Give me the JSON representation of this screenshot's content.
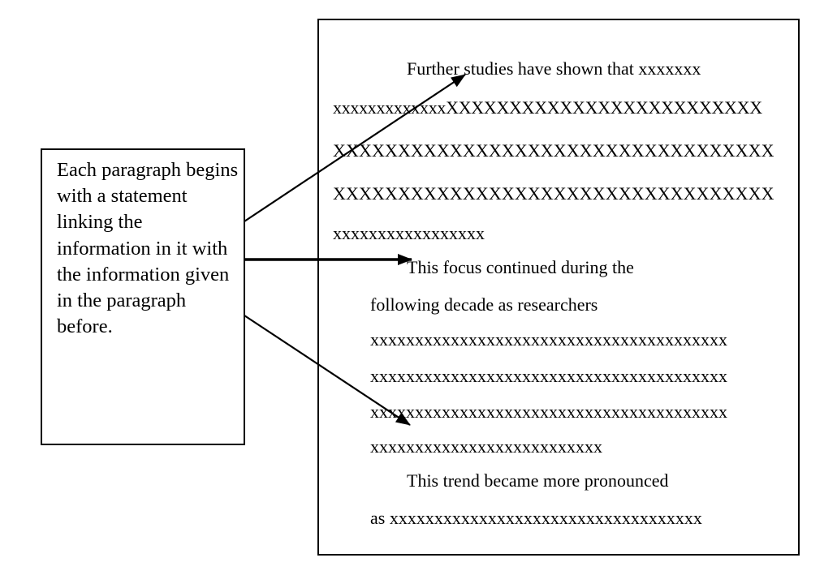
{
  "callout": {
    "text": "Each paragraph begins with a statement linking the information in it with the information given in the paragraph before."
  },
  "document": {
    "lines": [
      "Further studies have shown that xxxxxxx",
      "xxxxxxxxxxxxxXXXXXXXXXXXXXXXXXXXXXXXXX",
      "XXXXXXXXXXXXXXXXXXXXXXXXXXXXXXXXXX",
      "XXXXXXXXXXXXXXXXXXXXXXXXXXXXXXXXXX",
      "xxxxxxxxxxxxxxxxx",
      "This focus continued during the",
      "following decade as researchers",
      "xxxxxxxxxxxxxxxxxxxxxxxxxxxxxxxxxxxxxxxx",
      "xxxxxxxxxxxxxxxxxxxxxxxxxxxxxxxxxxxxxxxx",
      "xxxxxxxxxxxxxxxxxxxxxxxxxxxxxxxxxxxxxxxx",
      "xxxxxxxxxxxxxxxxxxxxxxxxxx",
      "This trend became more pronounced",
      "as xxxxxxxxxxxxxxxxxxxxxxxxxxxxxxxxxxx"
    ]
  }
}
